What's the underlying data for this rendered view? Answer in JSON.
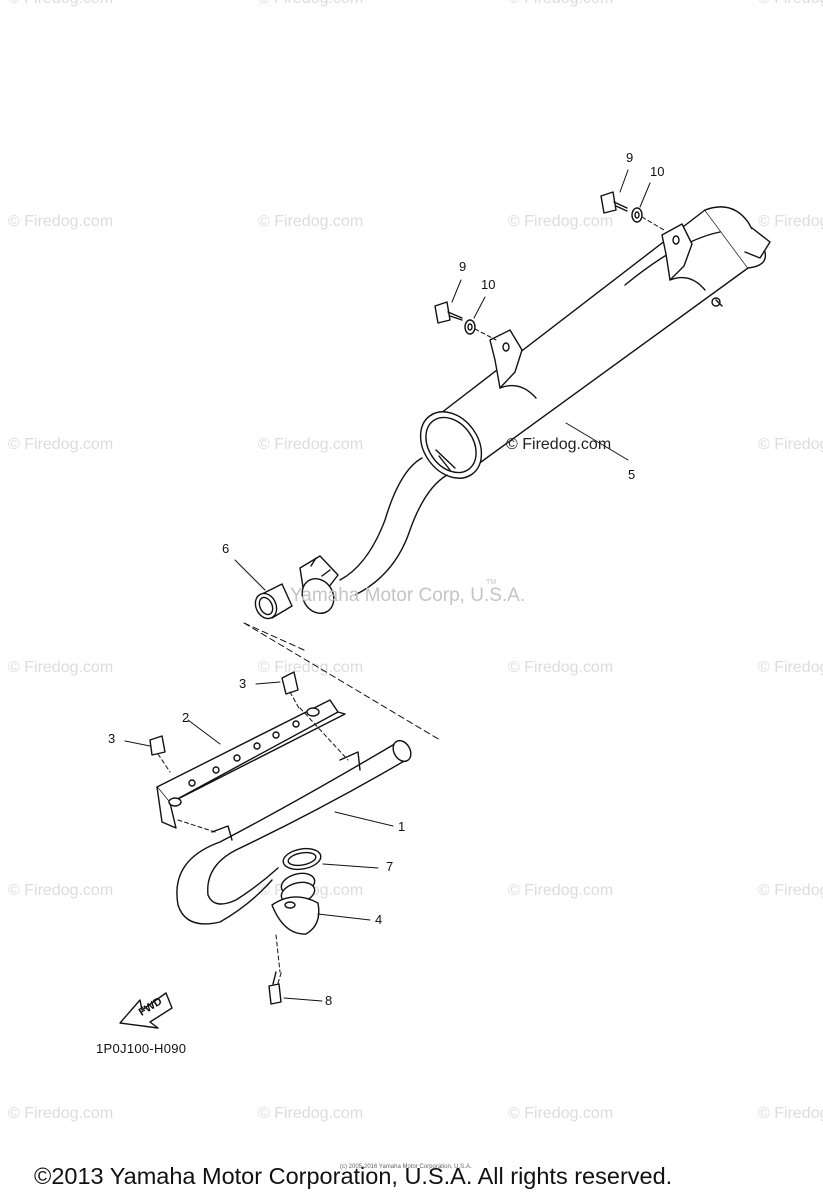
{
  "watermark": "© Firedog.com",
  "inline_watermark": "© Firedog.com",
  "center_watermark": "Yamaha Motor Corp, U.S.A.",
  "tm_mark": "TM",
  "callouts": {
    "c1": "1",
    "c2": "2",
    "c3a": "3",
    "c3b": "3",
    "c4": "4",
    "c5": "5",
    "c6": "6",
    "c7": "7",
    "c8": "8",
    "c9a": "9",
    "c9b": "9",
    "c10a": "10",
    "c10b": "10"
  },
  "fwd_label": "FWD",
  "diagram_code": "1P0J100-H090",
  "tiny_credit": "(c) 2005-2016 Yamaha Motor Corporation, U.S.A.",
  "copyright": "©2013 Yamaha Motor Corporation, U.S.A. All rights reserved."
}
